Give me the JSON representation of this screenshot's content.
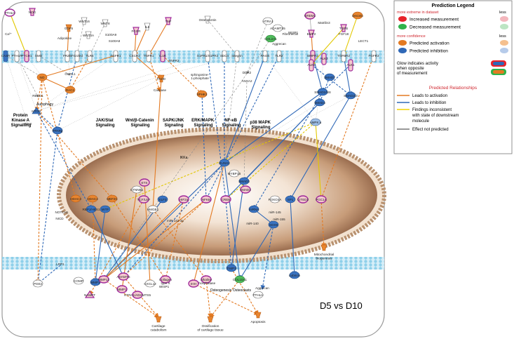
{
  "diagram": {
    "caption": "D5 vs D10",
    "annotations": {
      "protein_kinase_a": [
        "Protein",
        "Kinase A",
        "Signalling"
      ],
      "jak_stat": [
        "JAK/Stat",
        "Signaling"
      ],
      "wnt": [
        "Wnt/β-Catenin",
        "Signaling"
      ],
      "sapk": [
        "SAPK/JNK",
        "Signaling"
      ],
      "erk": [
        "ERK/MAPK",
        "Signaling"
      ],
      "nfkb": [
        "NF-κB",
        "Signaling"
      ],
      "p38": [
        "p38 MAPK",
        "Signaling"
      ],
      "autophagy": "Autophagy",
      "mito": [
        "Mitochondrial",
        "biogenesis"
      ],
      "cartilage_catabolism": [
        "Cartilage",
        "catabolism"
      ],
      "ossification": [
        "Ossification",
        "of cartilage tissue"
      ],
      "apoptosis": "Apoptosis",
      "osteogenesis": "Osteogenesis",
      "osteoclasts": "Osteoclasts",
      "ikka": "IKKa"
    },
    "nodes": {
      "pth": "PTHLH",
      "ca": "Ca²⁺",
      "nog": "NOG",
      "casr": "CASR",
      "pth1r": "PTH1R",
      "ptch1": "PTCH1",
      "smo": "SMO",
      "adipokine": "Adipokine",
      "ocrl1": "OCRL1",
      "rac1": "RAC1",
      "no": "NO",
      "redd1": "REDD1",
      "mtor": "MTOR",
      "sik3": "SIK3",
      "ppar": "PPARg",
      "wnt16": "WNT16",
      "wnt3a": "WNT3A",
      "wnt8": "WNT8",
      "s100a9": "S100A9",
      "s100a8": "S100A8",
      "cdf5": "GDF5",
      "frzb": "FRZB",
      "frizzled": "Frizzled",
      "tlr4": "TLR4",
      "fgfr1": "FGFR1",
      "fcgr": "FCGR",
      "cxcr2": "CXCR2",
      "tnfr1": "TNFR1",
      "il1r": "IL1R",
      "tnfr2": "TNFR2",
      "fadd": "FADD",
      "caspase": "Caspase",
      "il6": "IL6",
      "tnf": "TNF",
      "sphingosine": [
        "sphingosine-",
        "1-phosphate"
      ],
      "s1pr": "S1PR1/S1PR2",
      "sdc4": "SDC4",
      "sphk1": "SPHK1",
      "osteopontin": "Osteopontin",
      "integrin": "Integrin",
      "ddr2": "DDR2",
      "htra1": "HTRA1",
      "adamts5": "ADAMTS5",
      "col2a1": "COL2A1",
      "aggrecan": "Aggrecan",
      "anxa2": "ANXA2",
      "fibronectin": "Fibronectin",
      "rage": "RAGE",
      "tlr2": "TLR2",
      "wisp1": "WISP1",
      "grem1": "GREM1",
      "matrilin3": "Matrilin3",
      "bmp2": "BMP2",
      "bmpr2": "BMPR2",
      "alk3": "ALK3",
      "alk5": "ALK5",
      "smad7": "SMAD7",
      "tgfb": "TGFB",
      "tgfbr2": "TGFBR2",
      "alk1": "ALK1",
      "decorin": "Decorin",
      "fgf18": "FGF18",
      "fgfr3": "FGFR3",
      "lect1": "LECT1",
      "smad158": "SMAD1/5/8",
      "smad4": "SMAD4",
      "smad23": "SMAD2/3",
      "ampk": "AMPK α",
      "runx2": "RUNX2",
      "hdac3": "HDAC3",
      "hdac4": "HDAC4",
      "ctnnb": "CTNNB1",
      "tcf": "TCF/LEF",
      "mef2c": "MEF2C",
      "notch": "NOTCH1",
      "hes1": "RBPJ/HES1",
      "nicd": "NICD",
      "mitf": "MITF",
      "elf3": "ELF3",
      "hif2a": "HIF2a",
      "ets": "ETS",
      "hmgb1": "HMGB1",
      "nfkb": "NFKB",
      "creb": "CREB",
      "foxo3": "FOXO3A",
      "sp1": "SP1",
      "mybp": "MYBP1B",
      "mir142": "miR-142-3p",
      "mir140": "miR-140",
      "mir145": "miR-145",
      "mir155": "miR-155",
      "cited2": "CITED2",
      "smad3n": "SMAD3",
      "mirna": "miRNA",
      "pgc1a": "PGC1A",
      "sox9": "SOX9",
      "smad2n": "SMAD2",
      "lrp1": "LRP1",
      "pge2": "PGE2",
      "comp": "COMP",
      "mmp3": "MMP3",
      "mmp13": "MMP13",
      "adamts": "ADAMTS",
      "namp": "NAMPT",
      "htra1adam": "HTRA1/ADAMTS5",
      "mmp1": "MMP1",
      "cxcl": "CXCL12",
      "wisp1b": "WISP1",
      "alkphos": [
        "Alkaline",
        "phosphatase"
      ],
      "timp3": "TIMP3",
      "col10": "COL10A1",
      "aggrecanb": "Aggrecan",
      "pthlh": "PTHLH",
      "lubricin": "Lubricin",
      "collagen": [
        "Collagen",
        "type X"
      ],
      "ihh": "IHH"
    }
  },
  "legend": {
    "title": "Prediction Legend",
    "extreme_label": "more extreme in dataset",
    "less_label": "less",
    "increased": "Increased measurement",
    "decreased": "Decreased measurement",
    "confidence_label": "more confidence",
    "less_label2": "less",
    "activation": "Predicted activation",
    "inhibition": "Predicted inhibition",
    "glow_note": [
      "Glow indicates activity",
      "when opposite",
      "of measurement"
    ],
    "relationships_title": "Predicted Relationships",
    "rel_activation": "Leads to activation",
    "rel_inhibition": "Leads to inhibition",
    "rel_inconsistent": [
      "Findings inconsistent",
      "with state of downstream",
      "molecule"
    ],
    "rel_not_predicted": "Effect not predicted",
    "colors": {
      "increased": "#e8232a",
      "increased_less": "#f4b7bd",
      "decreased": "#2fb34a",
      "decreased_less": "#bde5c3",
      "activation": "#e37a22",
      "activation_less": "#f5c08e",
      "inhibition": "#2f68b7",
      "inhibition_less": "#b6cbea",
      "glow_outer": "#e8232a",
      "glow_inner": "#2f68b7",
      "glow_outer2": "#2fb34a",
      "glow_inner2": "#e37a22",
      "inconsistent": "#f2d400",
      "not_predicted": "#777777"
    }
  }
}
